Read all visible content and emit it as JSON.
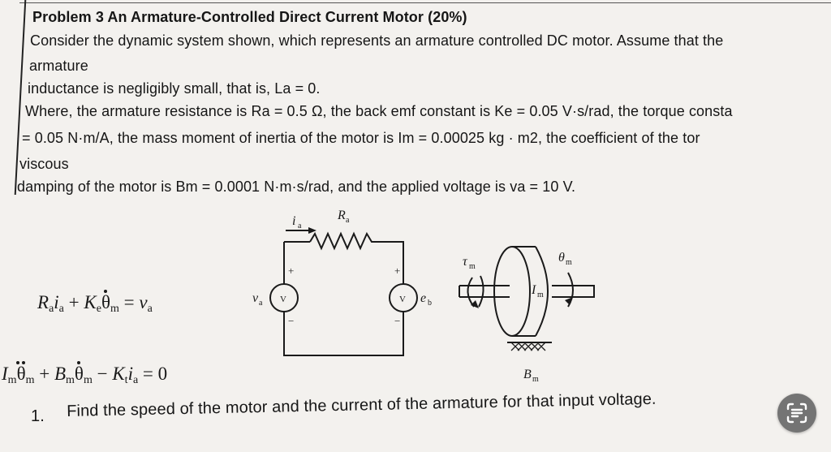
{
  "problem": {
    "title": "Problem 3 An Armature-Controlled Direct Current Motor (20%)",
    "lines": [
      "Consider the dynamic system shown, which represents an armature controlled DC motor. Assume that the",
      "armature",
      "inductance is negligibly small, that is, La = 0.",
      "Where, the armature resistance is Ra = 0.5 Ω, the back emf constant is Ke = 0.05 V·s/rad, the torque consta",
      "= 0.05 N·m/A, the mass moment of inertia of the motor is Im = 0.00025 kg · m2, the coefficient of the tor",
      "viscous",
      "damping of the motor is Bm = 0.0001 N·m·s/rad, and the applied voltage is va = 10 V."
    ]
  },
  "equations": {
    "eq1": {
      "R": "R",
      "a1": "a",
      "i": "i",
      "a2": "a",
      "plus": " + ",
      "K": "K",
      "e": "e",
      "theta": "θ",
      "m": "m",
      "eq": " = ",
      "v": "v",
      "a3": "a"
    },
    "eq2": {
      "I": "I",
      "m1": "m",
      "theta1": "θ",
      "m2": "m",
      "plus": " + ",
      "B": "B",
      "m3": "m",
      "theta2": "θ",
      "m4": "m",
      "minus": " − ",
      "K": "K",
      "t": "t",
      "i": "i",
      "a": "a",
      "eq": " = 0"
    }
  },
  "circuit": {
    "ia": "i",
    "ia_sub": "a",
    "Ra": "R",
    "Ra_sub": "a",
    "plus_left": "+",
    "minus_left": "−",
    "plus_right": "+",
    "minus_right": "−",
    "va": "v",
    "va_sub": "a",
    "source_left": "V",
    "source_right": "V",
    "eb": "e",
    "eb_sub": "b",
    "tau": "τ",
    "tau_sub": "m",
    "theta": "θ",
    "theta_sub": "m",
    "Im": "I",
    "Im_sub": "m",
    "Bm": "B",
    "Bm_sub": "m"
  },
  "question": {
    "number": "1.",
    "text": "Find the speed of the motor and the current of the armature for that input voltage."
  },
  "icons": {
    "scan": "text-scan-icon"
  }
}
